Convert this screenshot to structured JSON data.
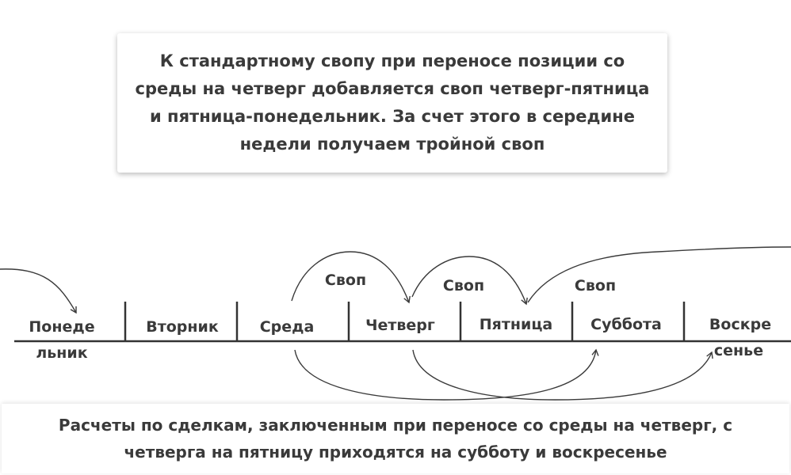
{
  "top_note": "К стандартному свопу при переносе позиции со среды на четверг добавляется своп четверг-пятница и пятница-понедельник. За счет этого в середине недели получаем тройной своп",
  "days": [
    {
      "line1": "Понеде",
      "line2": "льник"
    },
    {
      "line1": "Вторник",
      "line2": ""
    },
    {
      "line1": "Среда",
      "line2": ""
    },
    {
      "line1": "Четверг",
      "line2": ""
    },
    {
      "line1": "Пятница",
      "line2": ""
    },
    {
      "line1": "Суббота",
      "line2": ""
    },
    {
      "line1": "Воскре",
      "line2": "сенье"
    }
  ],
  "swap_labels": [
    "Своп",
    "Своп",
    "Своп"
  ],
  "bottom_note": "Расчеты по сделкам, заключенным при переносе со среды на четверг, с четверга на пятницу приходятся на субботу и воскресенье"
}
